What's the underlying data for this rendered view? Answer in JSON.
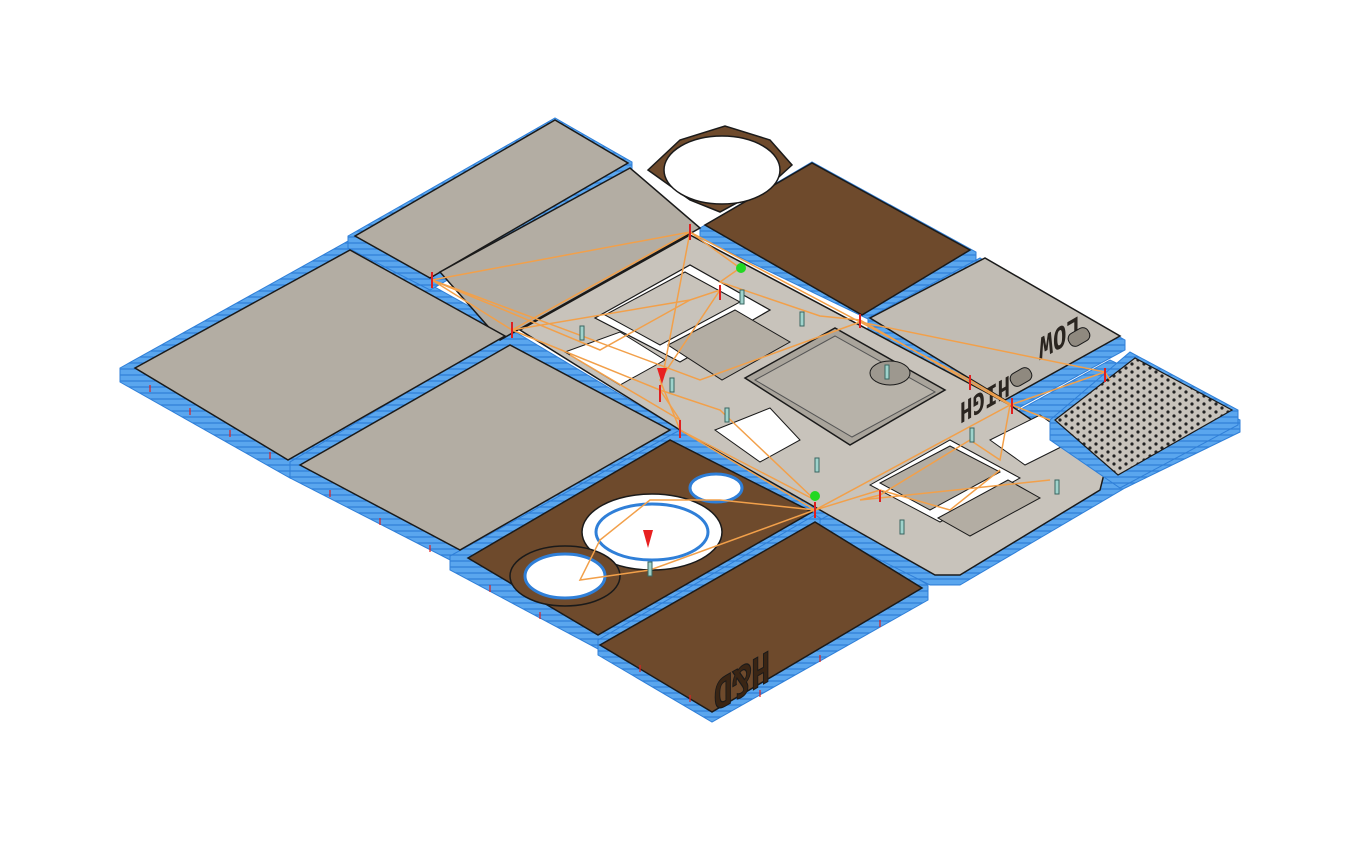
{
  "viewport": {
    "background": "#ffffff"
  },
  "colors": {
    "stock_blue": "#5aa6ee",
    "stock_blue_dark": "#2f7fd8",
    "panel_grey": "#b3ada3",
    "panel_grey_dark": "#8f897f",
    "wood_brown": "#6e4a2c",
    "wood_brown_dark": "#4a2f1a",
    "toolpath_orange": "#f2a04a",
    "plunge_red": "#e02020",
    "start_marker": "#22d822",
    "end_marker": "#e82020",
    "outline": "#1a1a1a"
  },
  "engravings": {
    "low": "LOW",
    "high": "HIGH",
    "h_and_d": "H&D"
  },
  "icons": {
    "start": "tool-start-marker-icon",
    "end": "tool-end-marker-icon"
  }
}
